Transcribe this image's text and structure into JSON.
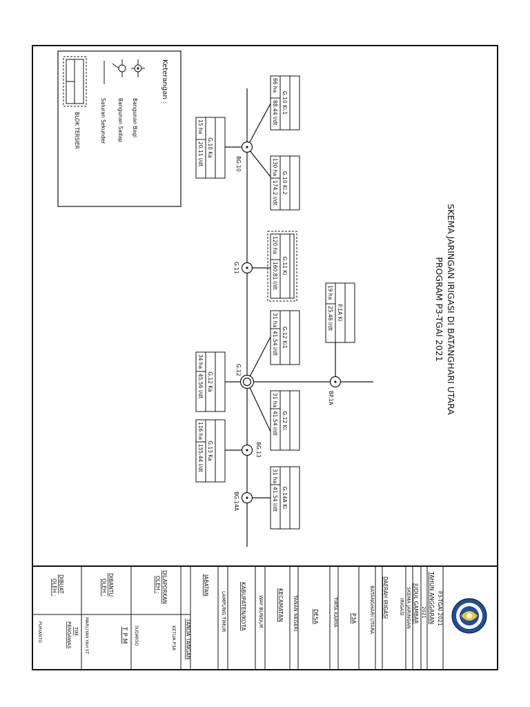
{
  "title": {
    "line1": "SKEMA JARINGAN IRIGASI DI BATANGHARI UTARA",
    "line2": "PROGRAM P3-TGAI 2021"
  },
  "legend": {
    "heading": "Keterangan :",
    "items": {
      "bangunan_bagi": "Bangunan Bagi",
      "bangunan_sadap": "Bangunan Sadap",
      "saluran_sekunder": "Saluran Sekunder",
      "blok_tersier": "BLOK TERSIER"
    }
  },
  "nodes": {
    "bg10": "BG.10",
    "g11": "G.11",
    "g12": "G.12",
    "bg13": "BG.13",
    "bg14a": "BG.14A",
    "bp1a": "BP.1A"
  },
  "blocks": {
    "g10ki1": {
      "name": "G.10 Ki.1",
      "area": "66 ha",
      "flow": "88.44 l/dt"
    },
    "g10ki2": {
      "name": "G.10 Ki.2",
      "area": "130 ha",
      "flow": "174.2 l/dt"
    },
    "g10ka": {
      "name": "G.10 Ka",
      "area": "15 ha",
      "flow": "20.11 l/dt"
    },
    "g11ki": {
      "name": "G.11 Ki",
      "area": "120 ha",
      "flow": "160.81 l/dt"
    },
    "p1aki": {
      "name": "P.1A Ki",
      "area": "19 ha",
      "flow": "25.46 l/dt"
    },
    "g12ki1": {
      "name": "G.12 Ki1",
      "area": "31 ha",
      "flow": "41.54 l/dt"
    },
    "g12ka": {
      "name": "G.12 Ka",
      "area": "34 ha",
      "flow": "45.56 l/dt"
    },
    "g12ki": {
      "name": "G.12 Ki",
      "area": "31 ha",
      "flow": "41.54 l/dt"
    },
    "g13ka": {
      "name": "G.13 Ka",
      "area": "116 ha",
      "flow": "155.44 l/dt"
    },
    "g14aki": {
      "name": "G.14A Ki",
      "area": "31 ha",
      "flow": "41.54 l/dt"
    }
  },
  "title_block": {
    "program": "P3-TGAI 2021",
    "tahun_label": "TAHUN ANGGARAN",
    "tahun_value": "2021",
    "judul_label": "JUDUL GAMBAR",
    "judul_value_1": "SKEMA JARINGAN",
    "judul_value_2": "IRIGASI",
    "daerah_label": "DAERAH IRIGASI",
    "daerah_value": "BATANGHARI UTARA",
    "p3a_label": "P3A",
    "p3a_value": "TIRTA KARYA",
    "desa_label": "DESA",
    "desa_value": "TANAN NEGERI",
    "kecamatan_label": "KECAMATAN",
    "kecamatan_value": "WAY BUNGUR",
    "kabupaten_label": "KABUPATEN/KOTA",
    "kabupaten_value": "LAMPUNG TIMUR",
    "jabatan_label": "JABATAN",
    "tanda_tangan_label": "TANDA TANGAN",
    "dilaporkan_1": "DILAPORKAN",
    "dilaporkan_2": "OLEH :",
    "dilaporkan_role": "KETUA P3A",
    "dilaporkan_name": "SUDARSO",
    "dibantu_1": "DIBANTU",
    "dibantu_2": "OLEH :",
    "dibantu_role": "T P M",
    "dibantu_name": "MARLIYAN YAH ST",
    "dibuat_1": "DIBUAT",
    "dibuat_2": "OLEH :",
    "dibuat_role_1": "TIM",
    "dibuat_role_2": "PENGAWAS",
    "dibuat_name": "PURIANTO"
  },
  "colors": {
    "ink": "#111111",
    "logo_blue": "#1f4e9c",
    "logo_yellow": "#f2c230"
  }
}
